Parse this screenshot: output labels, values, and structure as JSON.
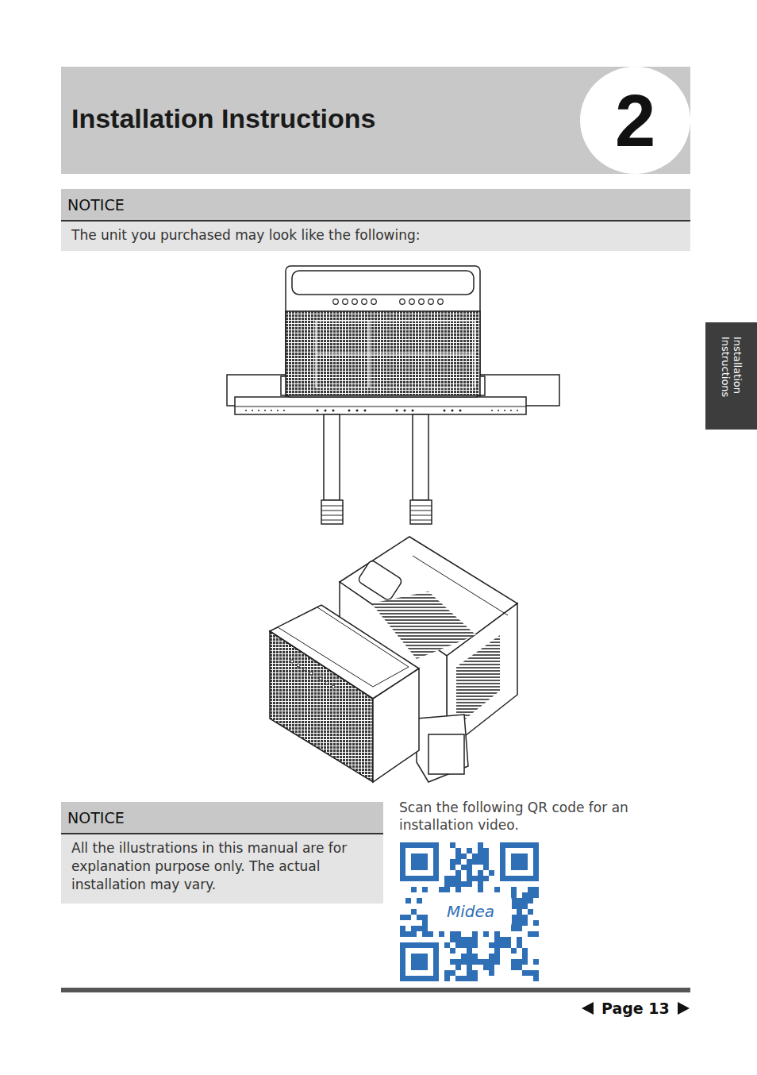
{
  "diagram": {
    "nodes": [
      {
        "text": [
          "Installation Instructions"
        ]
      },
      {
        "text": [
          "2"
        ],
        "in": 0
      },
      {
        "text": [
          "NOTICE",
          "The unit you purchased may look like the following:"
        ]
      },
      {
        "text": [
          "NOTICE",
          "All the illustrations in this manual are for explanation purpose only. The actual installation may vary."
        ]
      },
      {
        "text": [
          "Installation Instructions"
        ]
      }
    ],
    "labels": [
      "Scan the following QR code for an installation video.",
      "Midea",
      "Page 13"
    ]
  }
}
